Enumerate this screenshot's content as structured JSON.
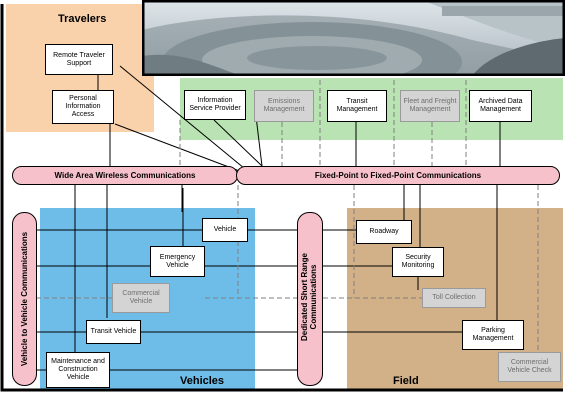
{
  "regions": {
    "travelers": "Travelers",
    "vehicles": "Vehicles",
    "field": "Field"
  },
  "buses": {
    "wide_area": "Wide Area Wireless Communications",
    "fixed_point": "Fixed-Point to Fixed-Point Communications",
    "vehicle_to_vehicle": "Vehicle to Vehicle Communications",
    "dedicated_short_range": "Dedicated Short Range Communications"
  },
  "boxes": {
    "remote_traveler_support": "Remote Traveler Support",
    "personal_information_access": "Personal Information Access",
    "information_service_provider": "Information Service Provider",
    "emissions_management": "Emissions Management",
    "transit_management": "Transit Management",
    "fleet_and_freight_management": "Fleet and Freight Management",
    "archived_data_management": "Archived Data Management",
    "vehicle": "Vehicle",
    "emergency_vehicle": "Emergency Vehicle",
    "commercial_vehicle": "Commercial Vehicle",
    "transit_vehicle": "Transit Vehicle",
    "maintenance_and_construction_vehicle": "Maintenance and Construction Vehicle",
    "roadway": "Roadway",
    "security_monitoring": "Security Monitoring",
    "toll_collection": "Toll Collection",
    "parking_management": "Parking Management",
    "commercial_vehicle_check": "Commercial Vehicle Check"
  },
  "colors": {
    "travelers_bg": "#f9d2ab",
    "centers_bg": "#b9e3b2",
    "vehicles_bg": "#6dbde8",
    "field_bg": "#d2b188",
    "bus_fill": "#f6c1cb",
    "inactive_box": "#d4d4d4"
  }
}
